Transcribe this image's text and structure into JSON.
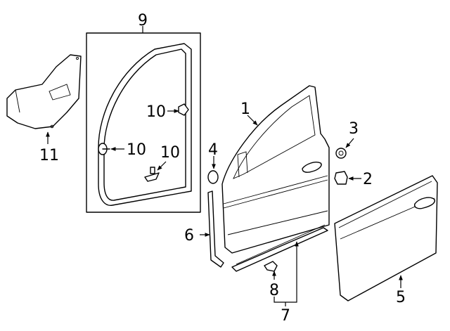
{
  "callouts": {
    "c1": "1",
    "c2": "2",
    "c3": "3",
    "c4": "4",
    "c5": "5",
    "c6": "6",
    "c7": "7",
    "c8": "8",
    "c9": "9",
    "c10a": "10",
    "c10b": "10",
    "c10c": "10",
    "c11": "11"
  }
}
